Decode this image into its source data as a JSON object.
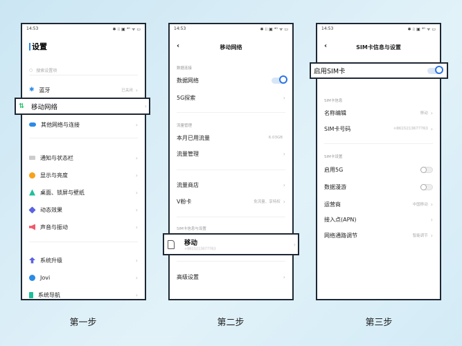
{
  "status": {
    "time": "14:53",
    "icons": "✱ ⁝⁝ ▣ ⁴ᴳ ᯤ ▭"
  },
  "step1": {
    "title": "设置",
    "search_placeholder": "搜索设置项",
    "items": [
      {
        "label": "蓝牙",
        "value": "已关闭",
        "icon": "bluetooth-icon"
      },
      {
        "label": "移动网络",
        "icon": "mobile-network-icon"
      },
      {
        "label": "其他网络与连接",
        "icon": "cloud-icon"
      },
      {
        "label": "通知与状态栏",
        "icon": "notification-icon"
      },
      {
        "label": "显示与亮度",
        "icon": "brightness-icon"
      },
      {
        "label": "桌面、锁屏与壁纸",
        "icon": "wallpaper-icon"
      },
      {
        "label": "动态效果",
        "icon": "effects-icon"
      },
      {
        "label": "声音与振动",
        "icon": "sound-icon"
      },
      {
        "label": "系统升级",
        "icon": "upgrade-icon"
      },
      {
        "label": "Jovi",
        "icon": "jovi-icon"
      },
      {
        "label": "系统导航",
        "icon": "navigation-icon"
      }
    ],
    "caption": "第一步"
  },
  "step2": {
    "title": "移动网络",
    "sec_data": "数据连接",
    "data_network": "数据网络",
    "data_network_on": true,
    "explore_5g": "5G探索",
    "sec_traffic": "流量管理",
    "used_label": "本月已用流量",
    "used_value": "6.03GB",
    "traffic_mgmt": "流量管理",
    "traffic_store": "流量商店",
    "vcard": "V粉卡",
    "vcard_value": "免流量、享特权",
    "sec_sim": "SIM卡信息与设置",
    "sim_name": "移动",
    "sim_number": "+8615213677763",
    "advanced": "高级设置",
    "caption": "第二步"
  },
  "step3": {
    "title": "SIM卡信息与设置",
    "enable_sim": "启用SIM卡",
    "enable_sim_on": true,
    "sec_info": "SIM卡信息",
    "name_edit": "名称编辑",
    "name_value": "移动",
    "sim_number_label": "SIM卡号码",
    "sim_number": "+8615213677763",
    "sec_settings": "SIM卡设置",
    "enable_5g": "启用5G",
    "enable_5g_on": false,
    "roaming": "数据漫游",
    "roaming_on": false,
    "carrier": "运营商",
    "carrier_value": "中国移动",
    "apn": "接入点(APN)",
    "path": "网络通路调节",
    "path_value": "智能调节",
    "caption": "第三步"
  },
  "colors": {
    "toggle_on": "#2b74e6",
    "frame": "#1d2733"
  }
}
